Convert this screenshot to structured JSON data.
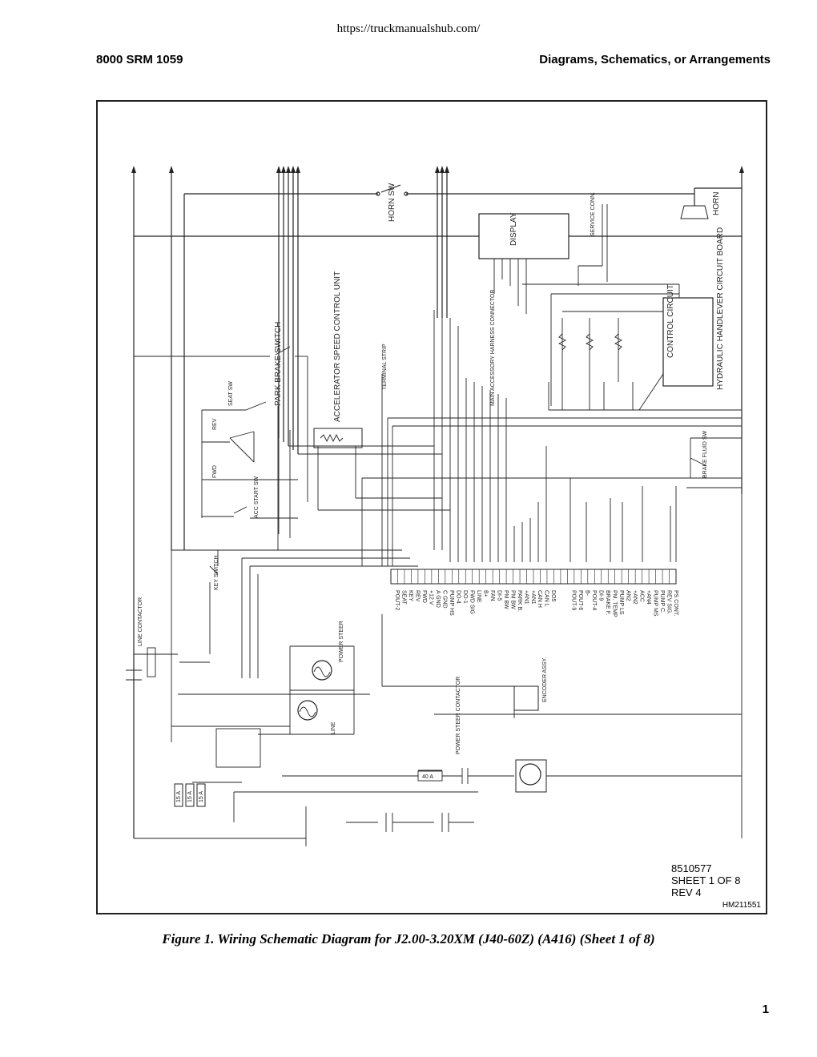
{
  "header": {
    "url": "https://truckmanualshub.com/",
    "doc_id": "8000 SRM 1059",
    "section": "Diagrams, Schematics, or Arrangements"
  },
  "diagram": {
    "labels": {
      "horn_sw": "HORN SW",
      "horn": "HORN",
      "display": "DISPLAY",
      "service_conn": "SERVICE CONN.",
      "control_circuit": "CONTROL CIRCUIT",
      "hydraulic_board": "HYDRAULIC HANDLEVER CIRCUIT BOARD",
      "park_brake": "PARK BRAKE SWITCH",
      "accelerator": "ACCELERATOR SPEED CONTROL UNIT",
      "terminal_strip": "TERMINAL STRIP",
      "main_accessory": "MAIN ACCESSORY HARNESS CONNECTOR",
      "seat_sw": "SEAT SW",
      "acc_start": "ACC START SW",
      "key_switch": "KEY SWITCH",
      "line_contactor": "LINE CONTACTOR",
      "brake_fluid": "BRAKE FLUID SW",
      "power_steer": "POWER STEER",
      "line": "LINE",
      "encoder": "ENCODER ASSY.",
      "power_steer_contactor": "POWER STEER CONTACTOR",
      "fuse_40a": "40 A",
      "fuse_15a": "15 A",
      "rev": "REV",
      "fwd": "FWD"
    },
    "connector_pins": [
      "POUT-2",
      "SEAT",
      "KEY",
      "REV",
      "FWD",
      "+12 V",
      "A GND",
      "C GND",
      "PUMP HS",
      "DO-4",
      "DO-1",
      "FWD SIG",
      "LINE",
      "B+",
      "FAN",
      "DI-5",
      "PM BW",
      "PM BW",
      "PARK B.",
      "+AN1",
      "+AN1",
      "CAN H",
      "CAN L",
      "DO5",
      "",
      "",
      "POUT-9",
      "POUT-6",
      "B-",
      "POUT-4",
      "DI-9",
      "BRAKE F.",
      "PM. TEMP",
      "PUMP LS",
      "AN2",
      "+AN2",
      "ACC",
      "+AN4",
      "PUMP MS",
      "PUMP C.",
      "REV SIG.",
      "PS CONT."
    ],
    "sheet_info": [
      "8510577",
      "SHEET 1 OF 8",
      "REV 4"
    ],
    "figure_id": "HM211551"
  },
  "caption": "Figure 1. Wiring Schematic Diagram for J2.00-3.20XM (J40-60Z) (A416) (Sheet 1 of 8)",
  "page_number": "1"
}
